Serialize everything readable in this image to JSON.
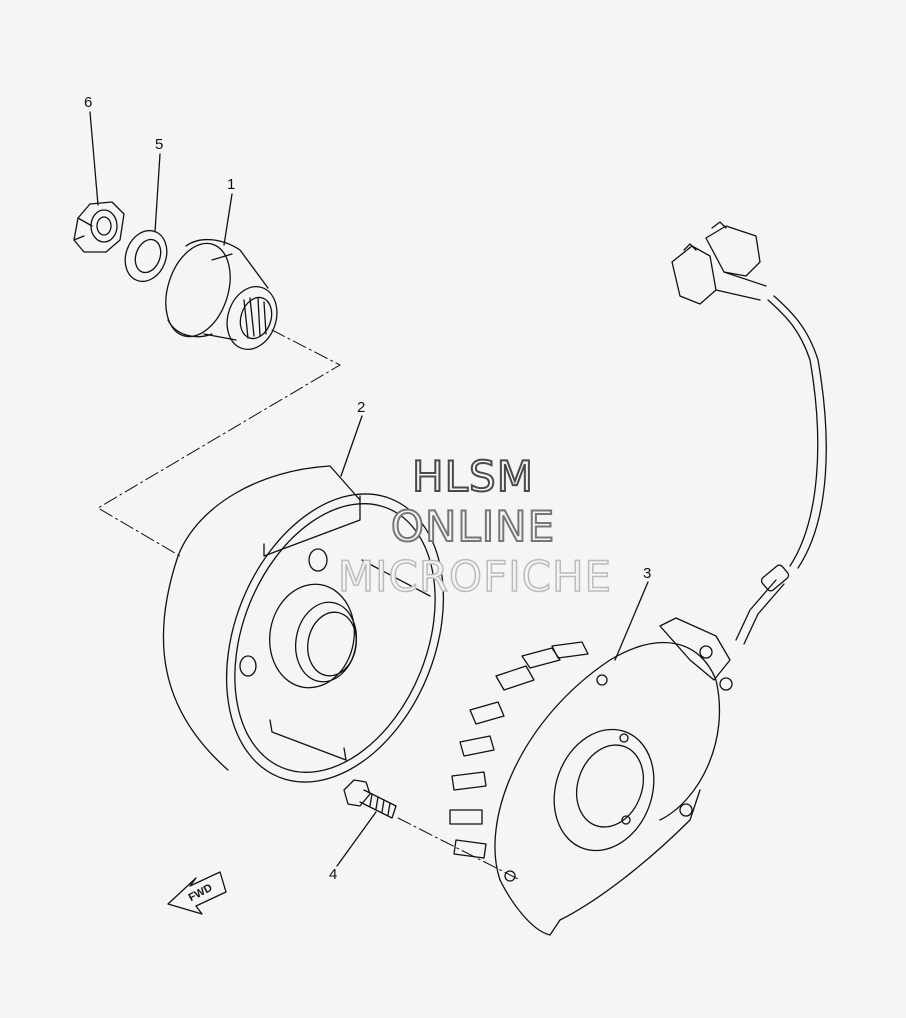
{
  "callouts": [
    {
      "label": "1"
    },
    {
      "label": "2"
    },
    {
      "label": "3"
    },
    {
      "label": "4"
    },
    {
      "label": "5"
    },
    {
      "label": "6"
    }
  ],
  "watermark": {
    "line1": "HLSM",
    "line2": "ONLINE",
    "line3": "MICROFICHE"
  },
  "direction_label": "FWD",
  "colors": {
    "background": "#f5f5f5",
    "line": "#111111",
    "watermark_dark": "#4a4a4a",
    "watermark_mid": "#777777",
    "watermark_light": "#bbbbbb"
  }
}
